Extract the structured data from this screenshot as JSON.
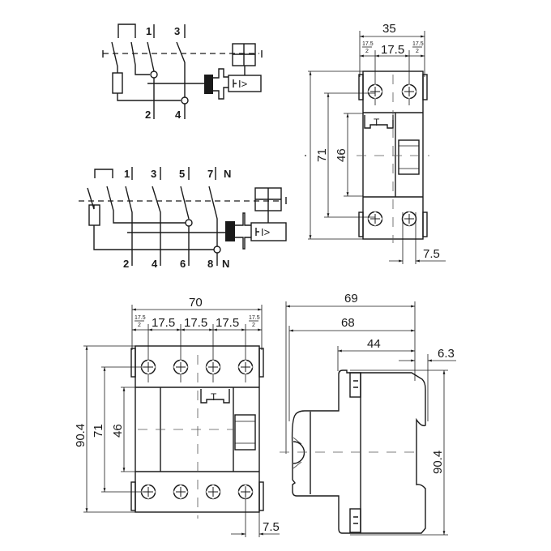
{
  "schematics": {
    "two_pole": {
      "top_terminals": [
        "1",
        "3"
      ],
      "bottom_terminals": [
        "2",
        "4"
      ],
      "relay_label": "I>"
    },
    "four_pole": {
      "top_terminals": [
        "1",
        "3",
        "5",
        "7",
        "N"
      ],
      "bottom_terminals": [
        "2",
        "4",
        "6",
        "8",
        "N"
      ],
      "relay_label": "I>"
    }
  },
  "front_2p": {
    "width": "35",
    "pitch": "17.5",
    "half_pitch_num": "17.5",
    "half_pitch_den": "2",
    "height_terminals": "71",
    "height_window": "46",
    "terminal_offset": "7.5",
    "test_button": "T"
  },
  "front_4p": {
    "width": "70",
    "pitches": [
      "17.5",
      "17.5",
      "17.5"
    ],
    "half_pitch_num": "17.5",
    "half_pitch_den": "2",
    "height_total": "90.4",
    "height_terminals": "71",
    "height_window": "46",
    "terminal_offset": "7.5",
    "test_button": "T"
  },
  "side": {
    "depth_total": "69",
    "depth_body": "68",
    "depth_front": "44",
    "rail_offset": "6.3",
    "height": "90.4"
  }
}
